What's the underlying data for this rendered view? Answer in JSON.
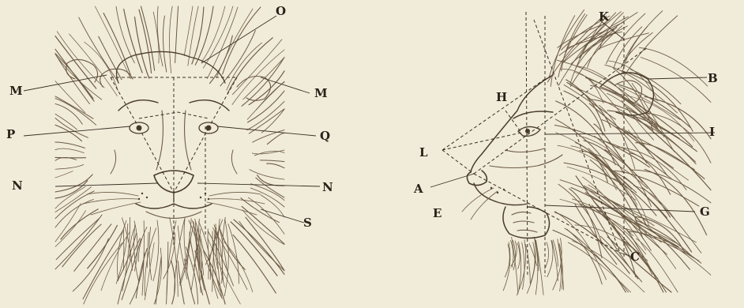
{
  "front_view": {
    "labels": {
      "O": "O",
      "M_left": "M",
      "M_right": "M",
      "P": "P",
      "Q": "Q",
      "N_left": "N",
      "N_right": "N",
      "S": "S"
    }
  },
  "profile_view": {
    "labels": {
      "K": "K",
      "B": "B",
      "H": "H",
      "I": "I",
      "L": "L",
      "A": "A",
      "E": "E",
      "G": "G",
      "C": "C"
    }
  },
  "colors": {
    "paper": "#f1ebd9",
    "ink": "#6b5a44",
    "guide_lines": "#3a3026"
  }
}
